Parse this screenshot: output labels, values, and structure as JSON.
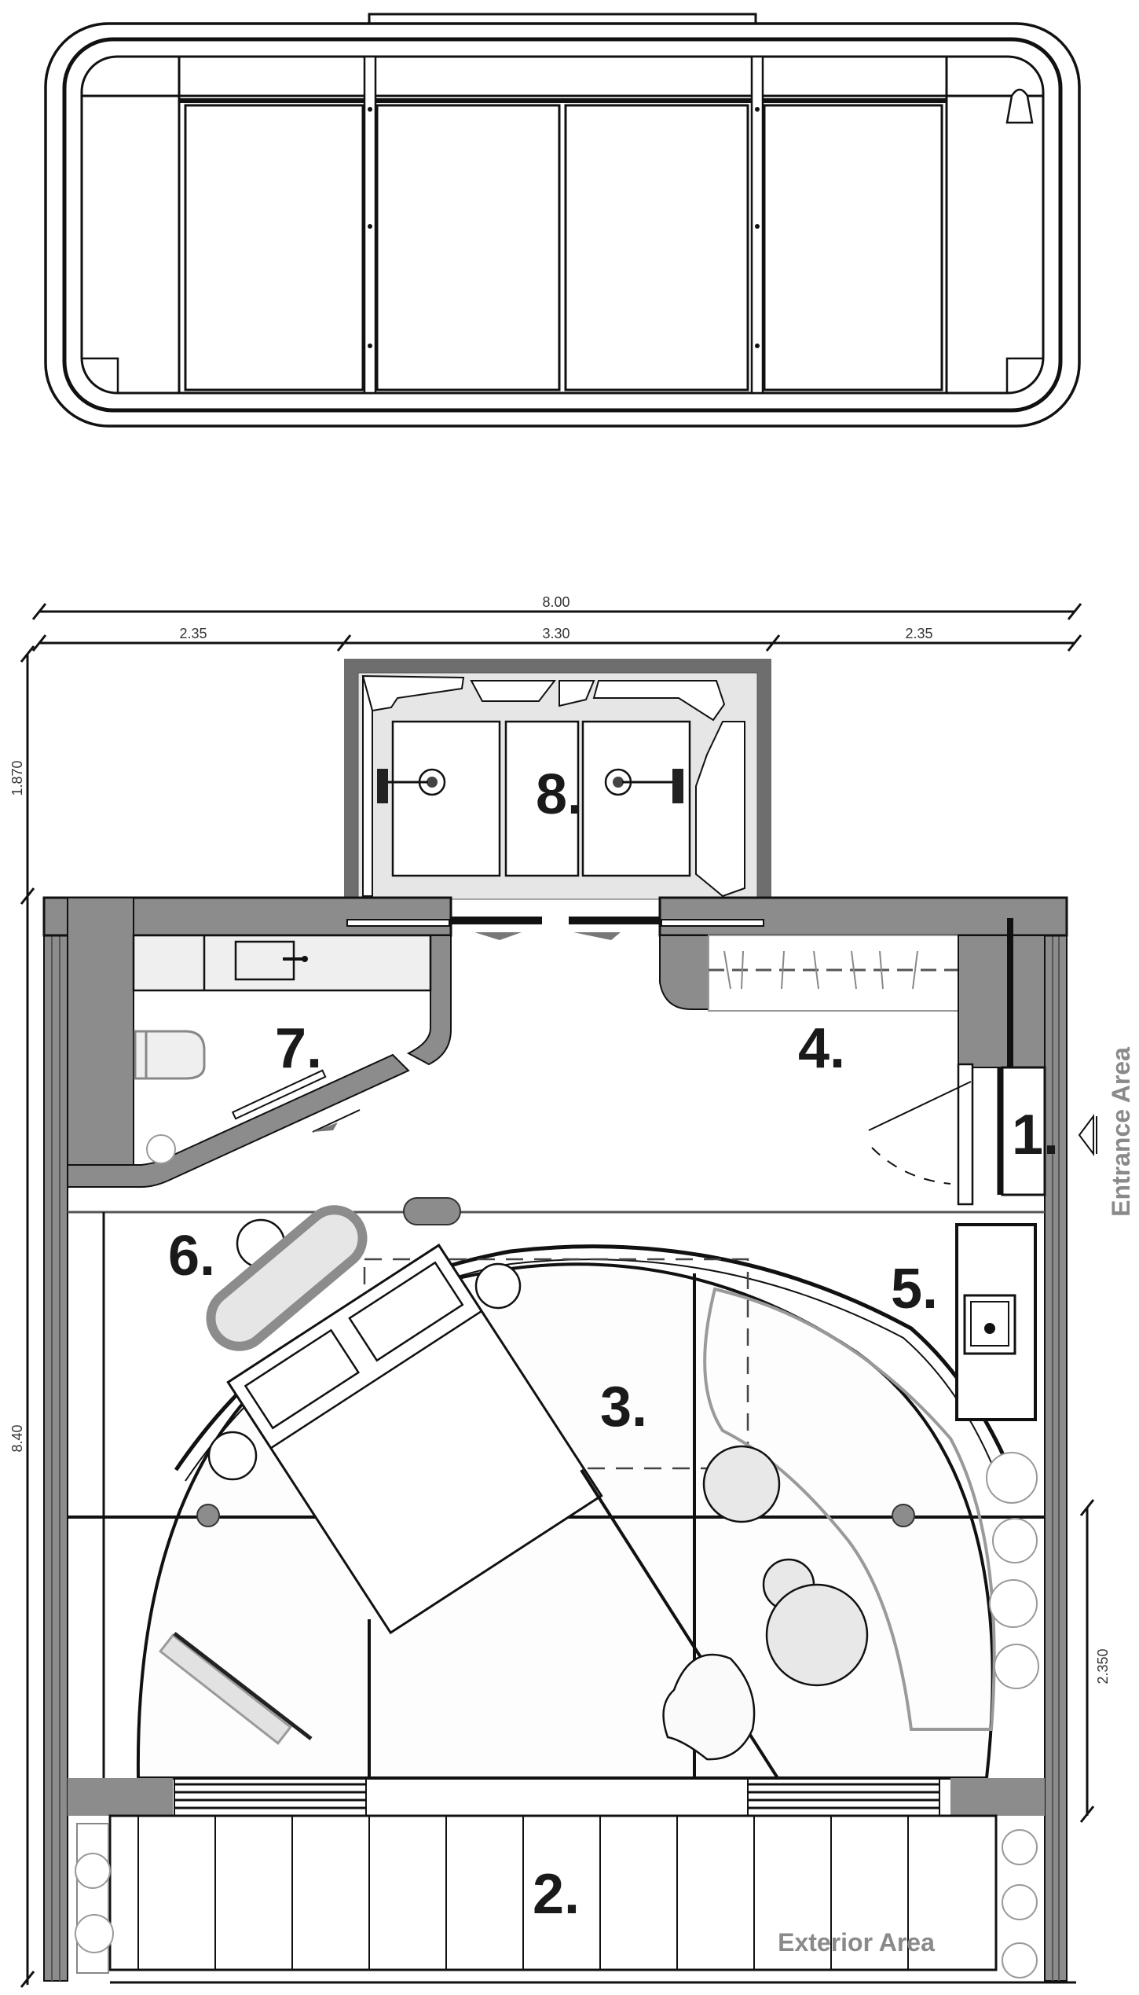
{
  "elevation": {
    "title": "front-elevation",
    "panel_count": 4
  },
  "plan": {
    "dimensions": {
      "overall_width": "8.00",
      "segments_width": [
        "2.35",
        "3.30",
        "2.35"
      ],
      "bathroom_depth": "1.870",
      "overall_depth": "8.40",
      "exterior_right": "2.350"
    },
    "rooms": [
      {
        "id": "1",
        "label": "1."
      },
      {
        "id": "2",
        "label": "2."
      },
      {
        "id": "3",
        "label": "3."
      },
      {
        "id": "4",
        "label": "4."
      },
      {
        "id": "5",
        "label": "5."
      },
      {
        "id": "6",
        "label": "6."
      },
      {
        "id": "7",
        "label": "7."
      },
      {
        "id": "8",
        "label": "8."
      }
    ],
    "areas": {
      "entrance": "Entrance Area",
      "exterior": "Exterior Area"
    },
    "icons": {
      "entrance_arrow": "triangle-left-icon"
    },
    "colors": {
      "wall": "#8c8c8c",
      "wall_dark": "#6e6e6e",
      "fixture_fill": "#efefef",
      "label_grey": "#8a8a8a",
      "line": "#111111"
    }
  }
}
